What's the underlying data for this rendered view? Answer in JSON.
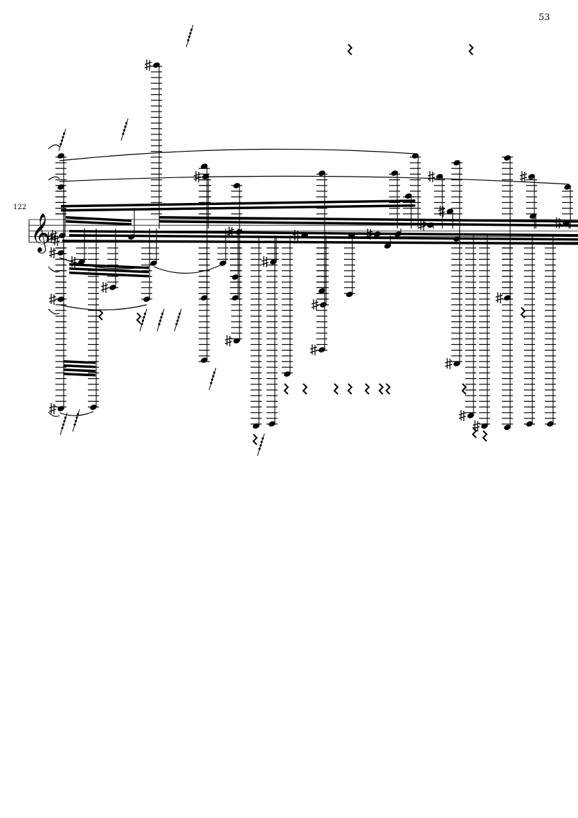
{
  "page": {
    "number": "53"
  },
  "system": {
    "measure_number": "122",
    "clef": "treble",
    "key_signature": "sharps"
  },
  "colors": {
    "ink": "#000000",
    "paper": "#ffffff"
  }
}
